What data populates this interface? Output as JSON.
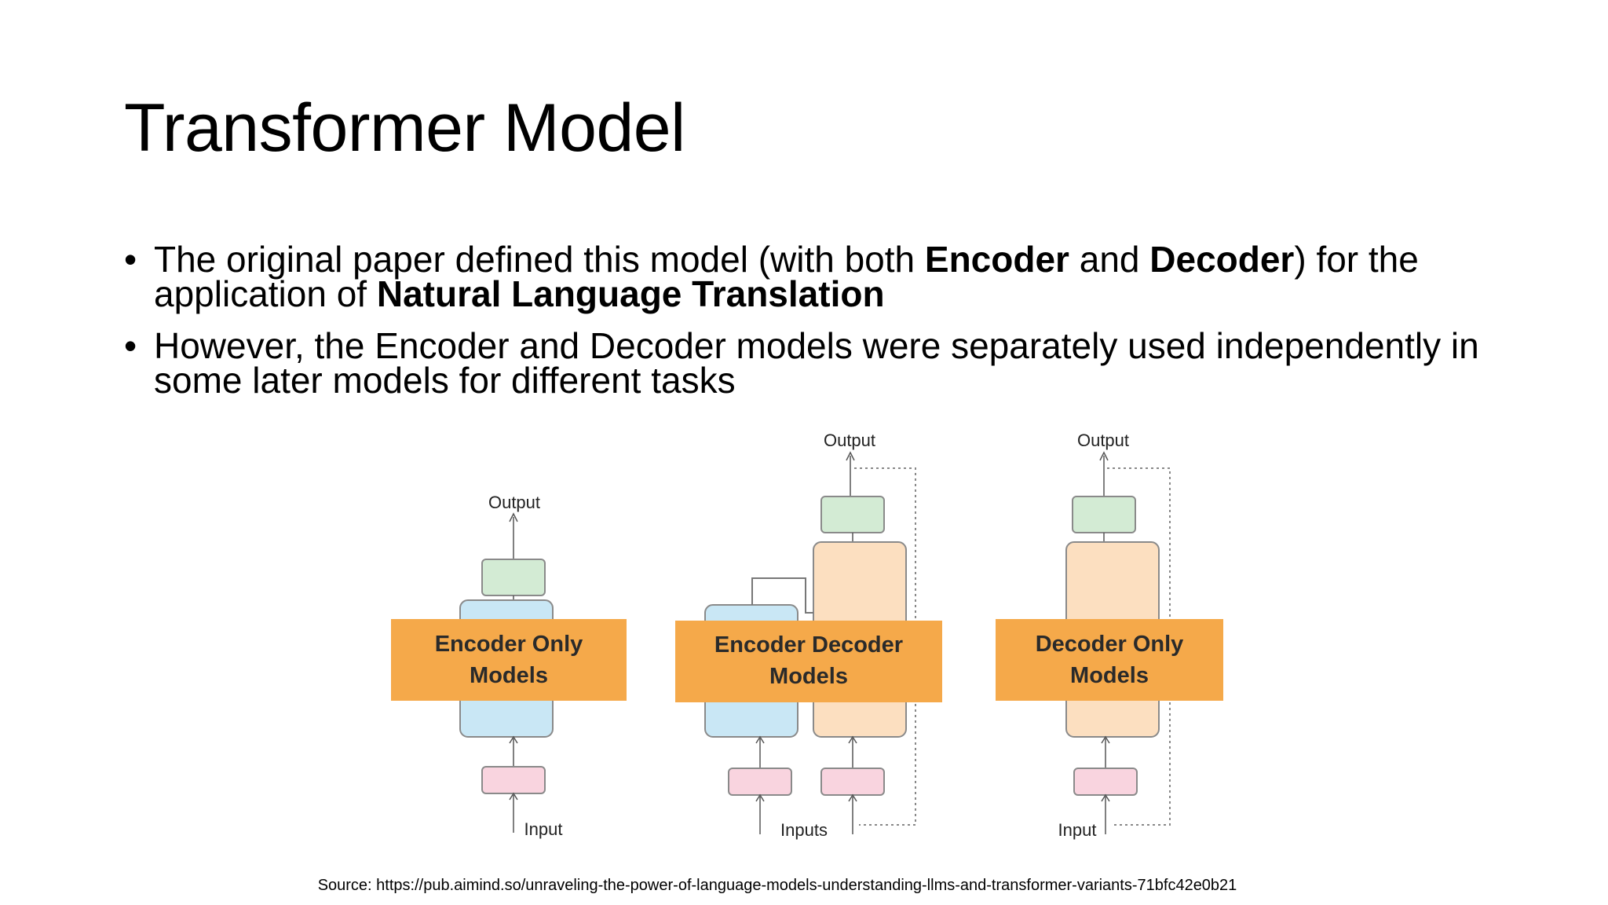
{
  "slide": {
    "title": "Transformer Model",
    "bullets": [
      {
        "parts": [
          {
            "text": "The original paper defined this model (with both ",
            "bold": false
          },
          {
            "text": "Encoder",
            "bold": true
          },
          {
            "text": " and ",
            "bold": false
          },
          {
            "text": "Decoder",
            "bold": true
          },
          {
            "text": ") for the application of ",
            "bold": false
          },
          {
            "text": "Natural Language Translation",
            "bold": true
          }
        ]
      },
      {
        "parts": [
          {
            "text": "However, the Encoder and Decoder models were separately used independently in some later models for different tasks",
            "bold": false
          }
        ]
      }
    ],
    "bullet_glyph": "•"
  },
  "figure": {
    "colors": {
      "banner": "#F5A94A",
      "encoder": "#C9E7F5",
      "decoder": "#FCDFC0",
      "output_layer": "#D3EBD4",
      "input_embedding": "#F9D4DF",
      "border": "#8A8A8A",
      "arrow": "#555555"
    },
    "panels": {
      "encoder_only": {
        "banner_line1": "Encoder Only",
        "banner_line2": "Models",
        "output_label": "Output",
        "input_label": "Input"
      },
      "encoder_decoder": {
        "banner_line1": "Encoder Decoder",
        "banner_line2": "Models",
        "output_label": "Output",
        "input_label": "Inputs"
      },
      "decoder_only": {
        "banner_line1": "Decoder Only",
        "banner_line2": "Models",
        "output_label": "Output",
        "input_label": "Input"
      }
    }
  },
  "source": "Source: https://pub.aimind.so/unraveling-the-power-of-language-models-understanding-llms-and-transformer-variants-71bfc42e0b21"
}
